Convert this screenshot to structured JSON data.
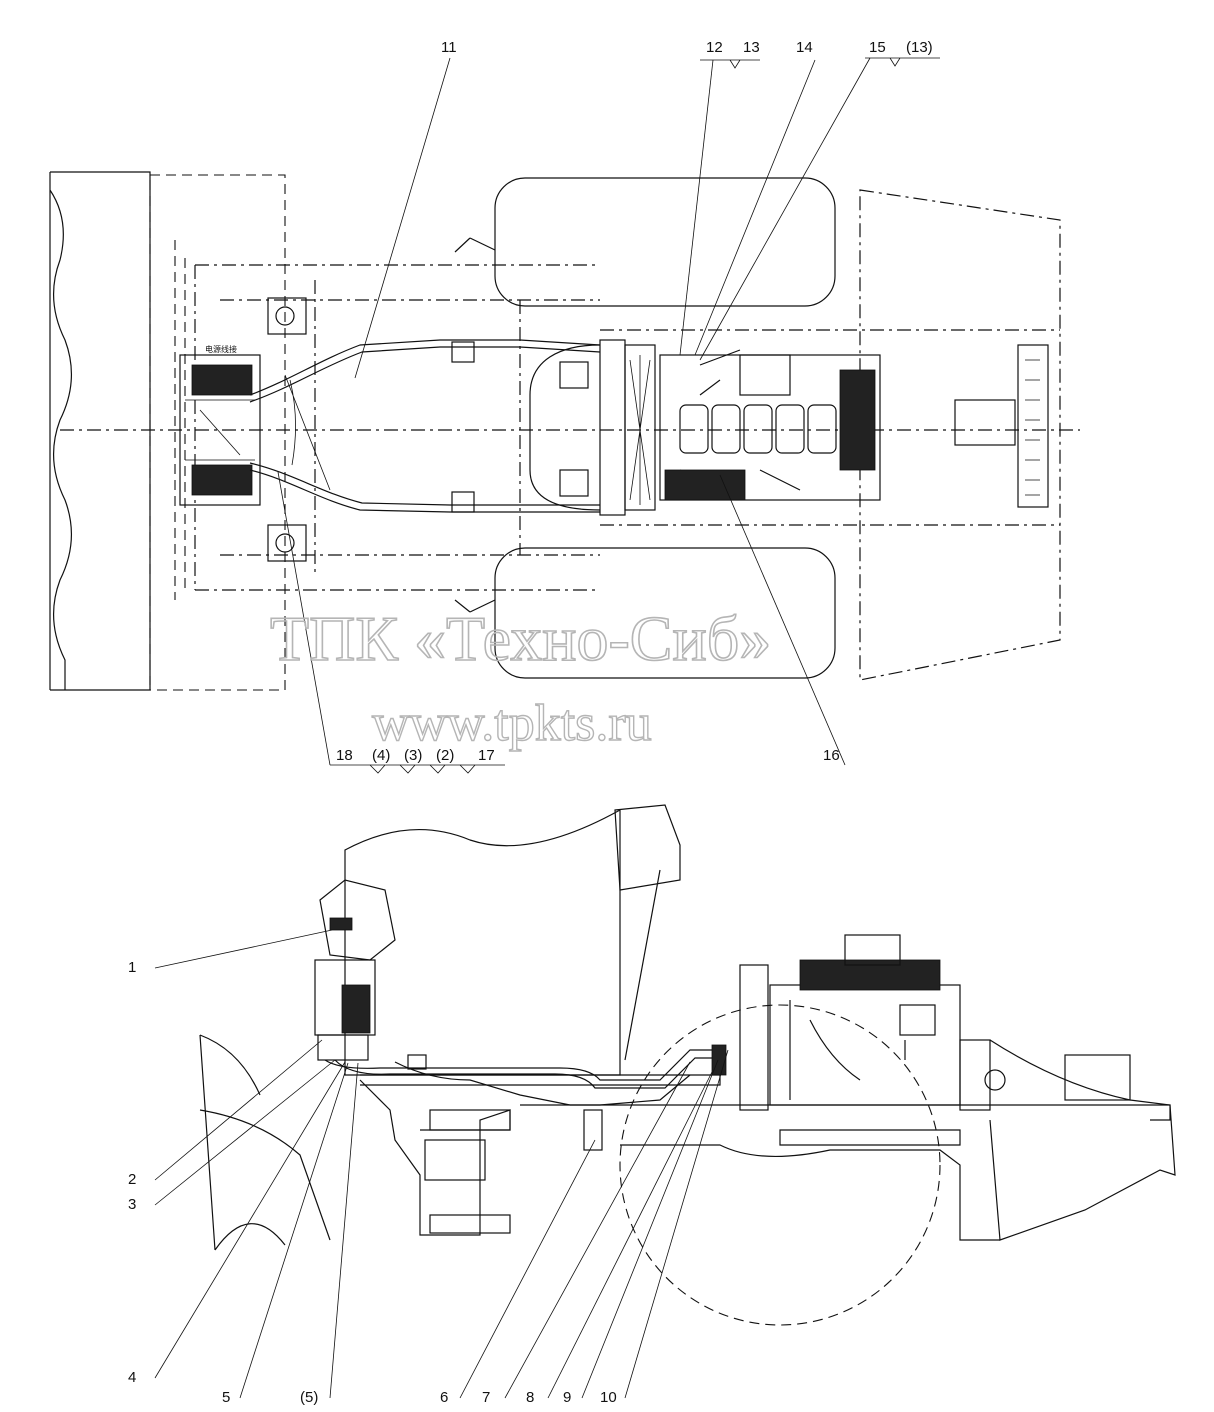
{
  "watermark": {
    "line1": "ТПК «Техно-Сиб»",
    "line2": "www.tpkts.ru"
  },
  "chinese_note": "电源线接",
  "top_callouts": [
    "11",
    "12",
    "13",
    "14",
    "15",
    "(13)",
    "16",
    "18",
    "(4)",
    "(3)",
    "(2)",
    "17"
  ],
  "side_callouts": [
    "1",
    "2",
    "3",
    "4",
    "5",
    "(5)",
    "6",
    "7",
    "8",
    "9",
    "10"
  ]
}
